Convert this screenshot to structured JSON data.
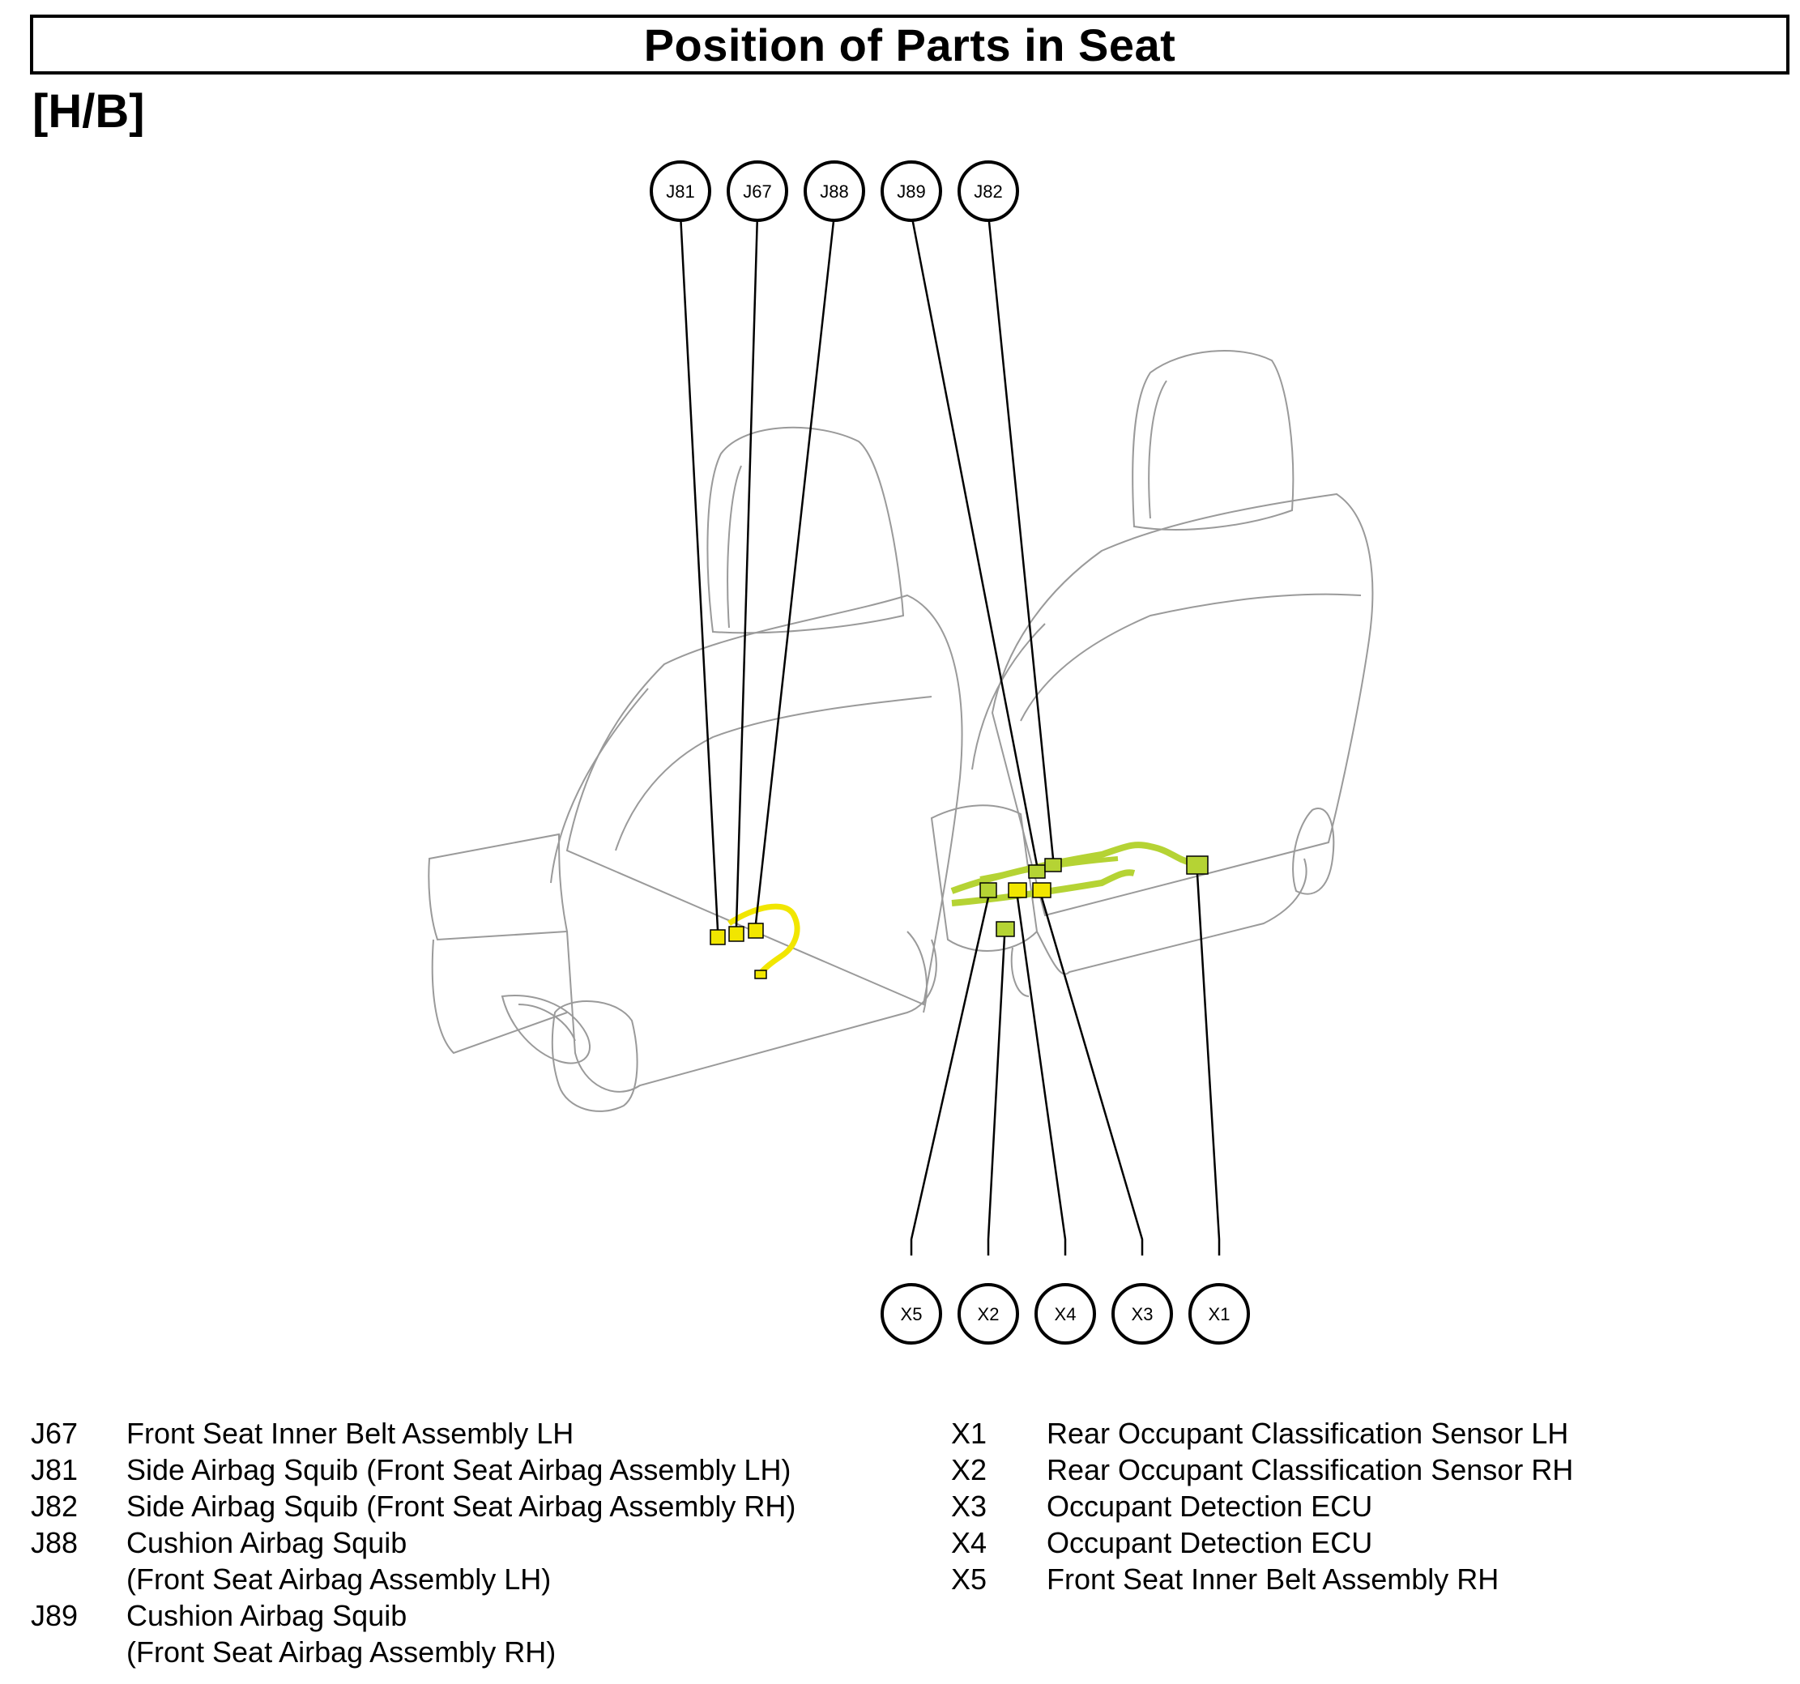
{
  "title": "Position of Parts in Seat",
  "section": "[H/B]",
  "callouts_top": [
    "J81",
    "J67",
    "J88",
    "J89",
    "J82"
  ],
  "callouts_bottom": [
    "X5",
    "X2",
    "X4",
    "X3",
    "X1"
  ],
  "colors": {
    "harness_yellow": "#f1e600",
    "harness_green": "#b5d334",
    "outline": "#000000",
    "seat_outline": "#9a9a9a"
  },
  "legend_left": [
    {
      "code": "J67",
      "lines": [
        "Front Seat Inner Belt Assembly LH"
      ]
    },
    {
      "code": "J81",
      "lines": [
        "Side Airbag Squib (Front Seat Airbag Assembly LH)"
      ]
    },
    {
      "code": "J82",
      "lines": [
        "Side Airbag Squib (Front Seat Airbag Assembly RH)"
      ]
    },
    {
      "code": "J88",
      "lines": [
        "Cushion Airbag Squib",
        "(Front Seat Airbag Assembly LH)"
      ]
    },
    {
      "code": "J89",
      "lines": [
        "Cushion Airbag Squib",
        "(Front Seat Airbag Assembly RH)"
      ]
    }
  ],
  "legend_right": [
    {
      "code": "X1",
      "lines": [
        "Rear Occupant Classification Sensor LH"
      ]
    },
    {
      "code": "X2",
      "lines": [
        "Rear Occupant Classification Sensor RH"
      ]
    },
    {
      "code": "X3",
      "lines": [
        "Occupant Detection ECU"
      ]
    },
    {
      "code": "X4",
      "lines": [
        "Occupant Detection ECU"
      ]
    },
    {
      "code": "X5",
      "lines": [
        "Front Seat Inner Belt Assembly RH"
      ]
    }
  ]
}
